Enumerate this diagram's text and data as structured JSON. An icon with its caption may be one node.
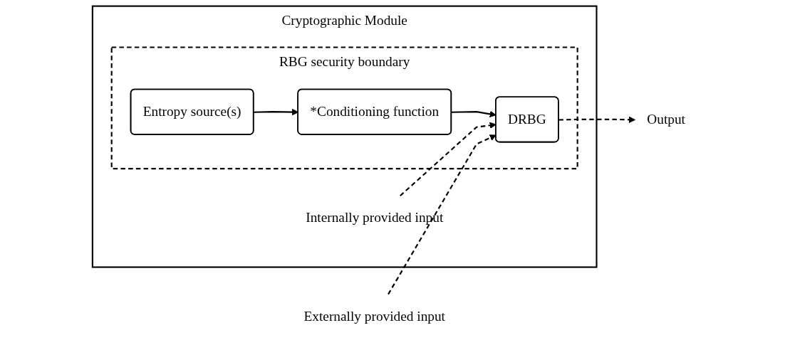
{
  "diagram": {
    "nodes": [
      {
        "text": [
          "Cryptographic Module"
        ]
      },
      {
        "text": [
          "RBG security boundary"
        ],
        "in": 0
      },
      {
        "text": [
          "Entropy source(s)"
        ],
        "in": 1
      },
      {
        "text": [
          "*Conditioning function"
        ],
        "in": 1
      },
      {
        "text": [
          "DRBG"
        ],
        "in": 1
      },
      {
        "text": [
          "Externally provided input"
        ]
      },
      {
        "text": [
          "Internally provided input"
        ],
        "in": 0
      },
      {
        "text": [
          "Output"
        ]
      }
    ],
    "edges": [
      {
        "from": 2,
        "to": 3,
        "arrow": "to"
      },
      {
        "from": 3,
        "to": 4,
        "arrow": "to"
      },
      {
        "from": 5,
        "to": 4,
        "arrow": "to",
        "style": "dashed"
      },
      {
        "from": 6,
        "to": 4,
        "arrow": "to",
        "style": "dashed"
      },
      {
        "from": 4,
        "to": 7,
        "arrow": "to",
        "style": "dashed"
      }
    ]
  }
}
